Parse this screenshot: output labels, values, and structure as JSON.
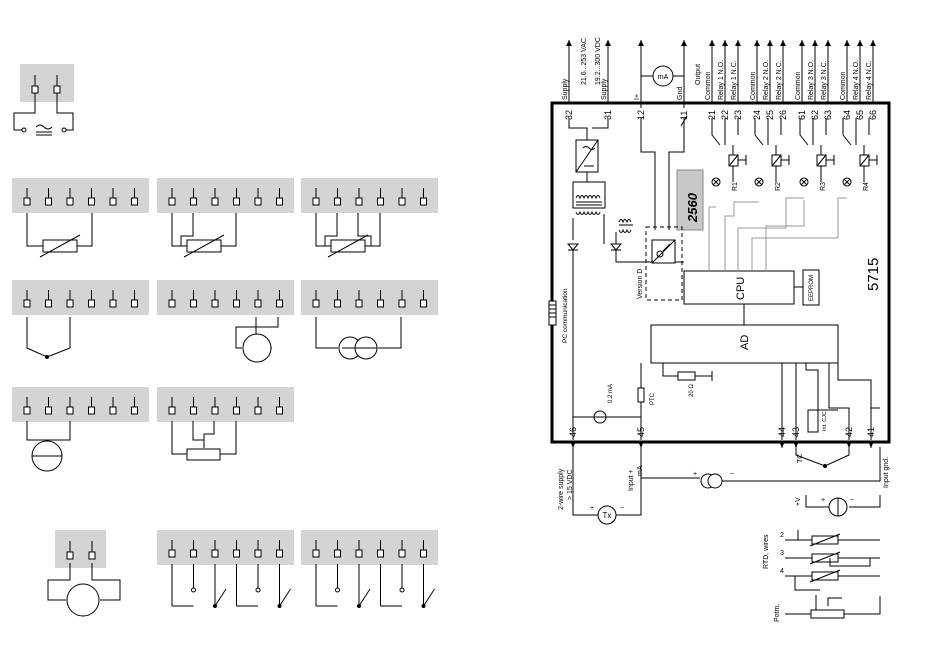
{
  "model": "5715",
  "blocks": {
    "cpu": "CPU",
    "ad": "AD",
    "eeprom": "EEPROM",
    "version": "Version D",
    "display": "2560"
  },
  "pc_communication": "PC communication",
  "top_terminals": [
    {
      "num": "32",
      "label": "Supply"
    },
    {
      "num": "31",
      "label": "Supply"
    },
    {
      "num": "12",
      "label": "I+"
    },
    {
      "num": "11",
      "label": "Gnd"
    },
    {
      "num": "21",
      "label": "Common"
    },
    {
      "num": "22",
      "label": "Relay 1 N.O."
    },
    {
      "num": "23",
      "label": "Relay 1 N.C."
    },
    {
      "num": "24",
      "label": "Common"
    },
    {
      "num": "25",
      "label": "Relay 2 N.O."
    },
    {
      "num": "26",
      "label": "Relay 2 N.C."
    },
    {
      "num": "61",
      "label": "Common"
    },
    {
      "num": "62",
      "label": "Relay 3 N.O."
    },
    {
      "num": "63",
      "label": "Relay 3 N.C."
    },
    {
      "num": "64",
      "label": "Common"
    },
    {
      "num": "65",
      "label": "Relay 4 N.O."
    },
    {
      "num": "66",
      "label": "Relay 4 N.C."
    }
  ],
  "supply_ranges": {
    "ac": "21.6...253 VAC",
    "dc": "19.2...300 VDC"
  },
  "output_label": "Output",
  "ma_label": "mA",
  "relays": [
    "R1",
    "R2",
    "R3",
    "R4"
  ],
  "bottom_terminals": [
    "46",
    "45",
    "44",
    "43",
    "42",
    "41"
  ],
  "inner_labels": {
    "current": "0.2 mA",
    "ptc": "PTC",
    "resistor": "20 Ω",
    "cjc": "Int. CJC"
  },
  "bottom_labels": {
    "two_wire": "2-wire supply",
    "two_wire_v": "> 15 VDC",
    "input_ma": "Input +",
    "input_ma_unit": "mA",
    "tc": "TC",
    "input_gnd": "Input gnd.",
    "tx": "Tx",
    "plus_v": "+V",
    "rtd_wires": "RTD, wires",
    "w2": "2",
    "w3": "3",
    "w4": "4",
    "potm": "Potm."
  }
}
